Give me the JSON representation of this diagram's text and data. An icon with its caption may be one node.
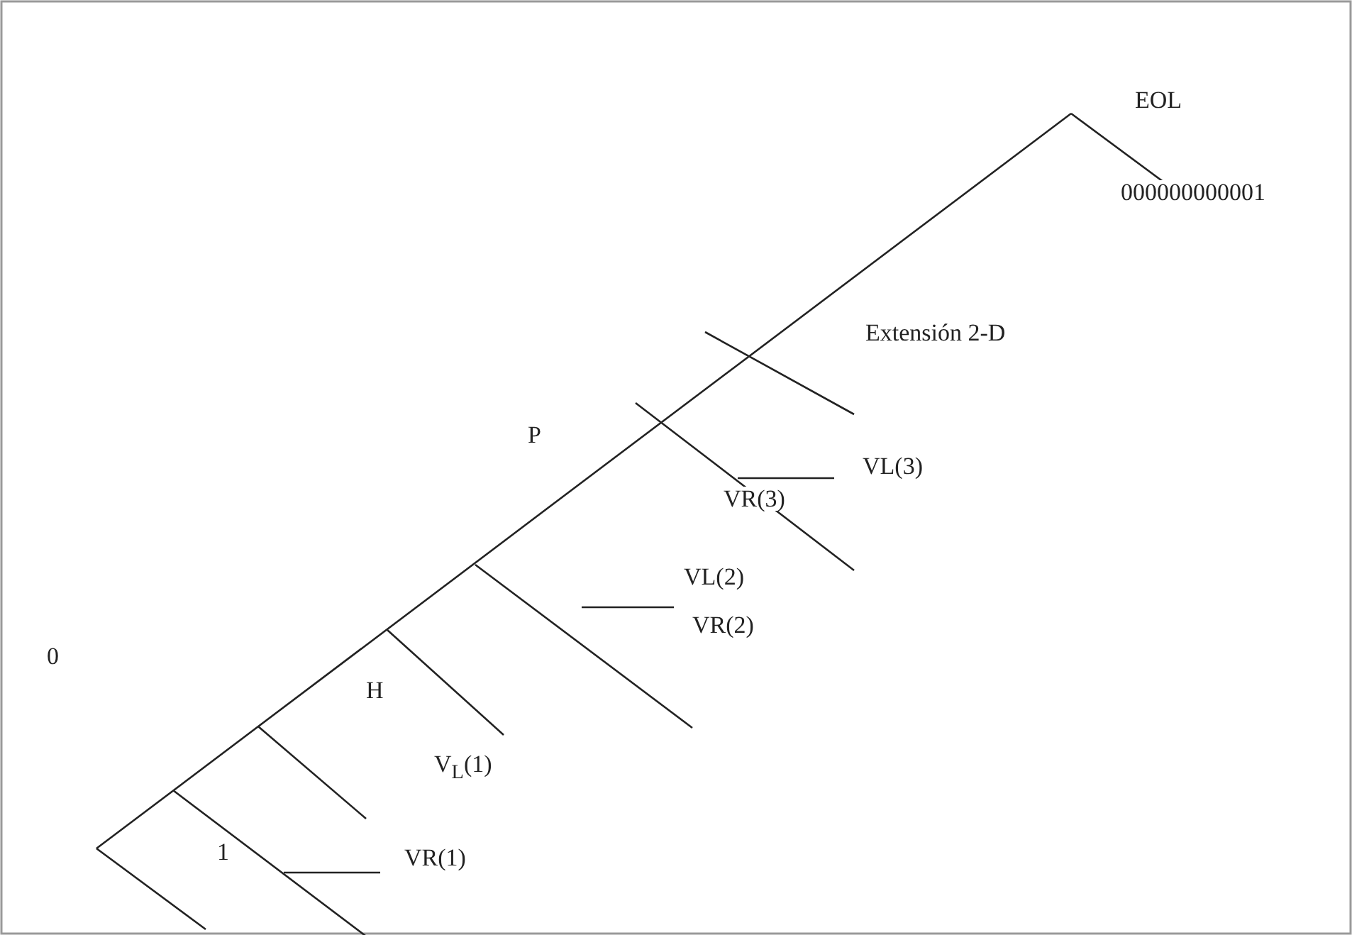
{
  "diagram": {
    "labels": [
      "EOL",
      "000000000001",
      "Extensión 2-D",
      "VL(3)",
      "VR(3)",
      "P",
      "VL(2)",
      "VR(2)",
      "0",
      "H",
      "V$_{L}$(1)",
      "1",
      "VR(1)"
    ]
  }
}
